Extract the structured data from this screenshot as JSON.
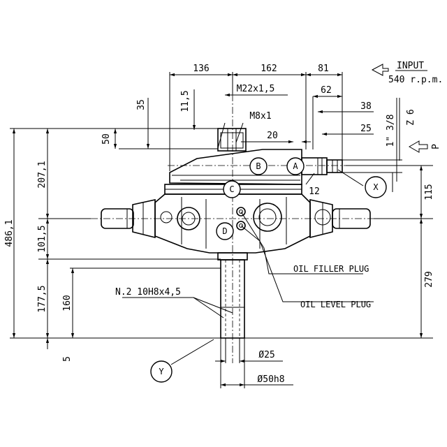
{
  "dimensions": {
    "top": [
      "136",
      "162",
      "81",
      "M22x1,5",
      "62",
      "38",
      "25",
      "20",
      "M8x1",
      "11,5",
      "35",
      "50"
    ],
    "right": [
      "1\" 3/8",
      "Z 6",
      "115",
      "279",
      "12"
    ],
    "left": [
      "486,1",
      "207,1",
      "101,5",
      "177,5",
      "160",
      "5"
    ],
    "bottom": [
      "Ø25",
      "Ø50h8"
    ]
  },
  "input": {
    "label": "INPUT",
    "rpm": "540 r.p.m.",
    "p": "P"
  },
  "callouts": {
    "a": "A",
    "b": "B",
    "c": "C",
    "d": "D",
    "x": "X",
    "y": "Y"
  },
  "notes": {
    "oil_filler": "OIL FILLER PLUG",
    "oil_level": "OIL LEVEL PLUG",
    "spline": "N.2 10H8x4,5"
  }
}
